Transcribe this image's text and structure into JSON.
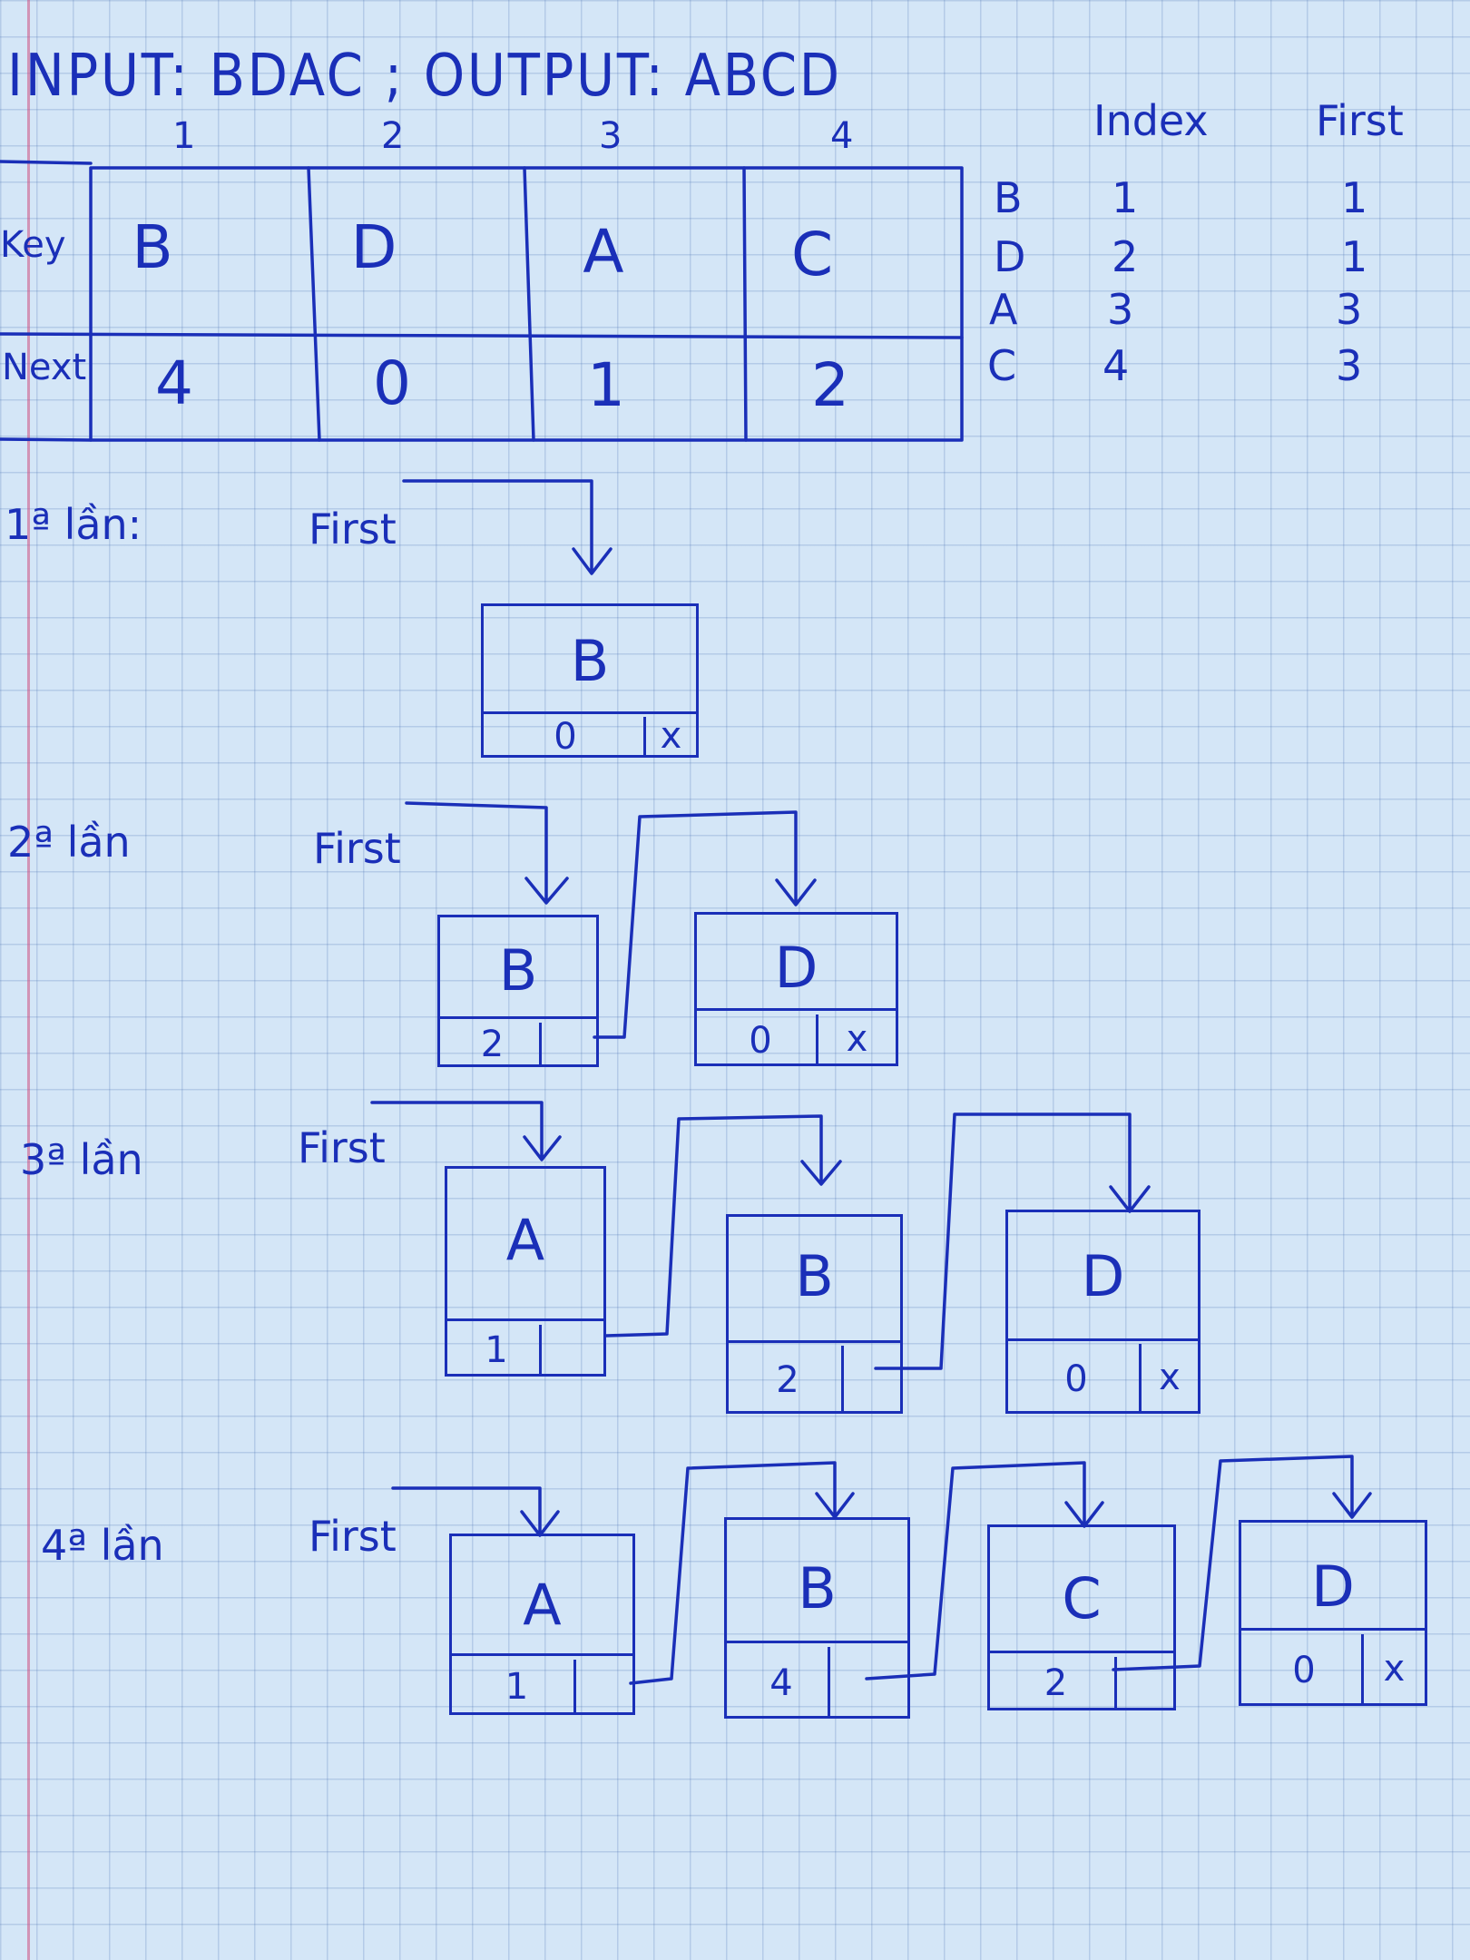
{
  "header": {
    "title": "INPUT: BDAC ; OUTPUT: ABCD"
  },
  "table": {
    "col_numbers": [
      "1",
      "2",
      "3",
      "4"
    ],
    "row_labels": {
      "key": "Key",
      "next": "Next"
    },
    "keys": [
      "B",
      "D",
      "A",
      "C"
    ],
    "next": [
      "4",
      "0",
      "1",
      "2"
    ]
  },
  "side_table": {
    "headers": {
      "index": "Index",
      "first": "First"
    },
    "rows": [
      {
        "key": "B",
        "index": "1",
        "first": "1"
      },
      {
        "key": "D",
        "index": "2",
        "first": "1"
      },
      {
        "key": "A",
        "index": "3",
        "first": "3"
      },
      {
        "key": "C",
        "index": "4",
        "first": "3"
      }
    ]
  },
  "steps": [
    {
      "label": "1ª lần:",
      "first": "First",
      "nodes": [
        {
          "key": "B",
          "next": "0",
          "ptr": "x"
        }
      ]
    },
    {
      "label": "2ª lần",
      "first": "First",
      "nodes": [
        {
          "key": "B",
          "next": "2",
          "ptr": ""
        },
        {
          "key": "D",
          "next": "0",
          "ptr": "x"
        }
      ]
    },
    {
      "label": "3ª lần",
      "first": "First",
      "nodes": [
        {
          "key": "A",
          "next": "1",
          "ptr": ""
        },
        {
          "key": "B",
          "next": "2",
          "ptr": ""
        },
        {
          "key": "D",
          "next": "0",
          "ptr": "x"
        }
      ]
    },
    {
      "label": "4ª lần",
      "first": "First",
      "nodes": [
        {
          "key": "A",
          "next": "1",
          "ptr": ""
        },
        {
          "key": "B",
          "next": "4",
          "ptr": ""
        },
        {
          "key": "C",
          "next": "2",
          "ptr": ""
        },
        {
          "key": "D",
          "next": "0",
          "ptr": "x"
        }
      ]
    }
  ]
}
